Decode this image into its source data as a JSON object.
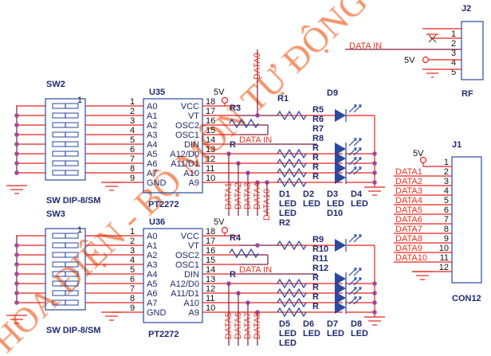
{
  "watermark": "HOA ĐIỆN - BỘ MÔN TỰ ĐỘNG HÓA",
  "colors": {
    "wire": "#e8221e",
    "net_wire": "#7a1f3d",
    "component": "#2a4aa0",
    "junction": "#a04aa0",
    "net_label": "#e8321e"
  },
  "blocks": [
    {
      "switch": {
        "ref": "SW2",
        "value": "SW DIP-8/SM",
        "pin1_mark": "1"
      },
      "ic": {
        "ref": "U35",
        "value": "PT2272",
        "left_pins": [
          [
            "1",
            "A0"
          ],
          [
            "2",
            "A1"
          ],
          [
            "3",
            "A2"
          ],
          [
            "4",
            "A3"
          ],
          [
            "5",
            "A4"
          ],
          [
            "6",
            "A5"
          ],
          [
            "7",
            "A6"
          ],
          [
            "8",
            "A7"
          ],
          [
            "9",
            "GND"
          ]
        ],
        "right_pins": [
          [
            "18",
            "VCC"
          ],
          [
            "17",
            "VT"
          ],
          [
            "16",
            "OSC2"
          ],
          [
            "15",
            "OSC1"
          ],
          [
            "14",
            "DIN"
          ],
          [
            "13",
            "A12/D0"
          ],
          [
            "12",
            "A11/D1"
          ],
          [
            "11",
            "A10"
          ],
          [
            "10",
            "A9"
          ]
        ]
      },
      "vcc_label": "5V",
      "osc_resistor": "R3",
      "led_resistor": "R1",
      "led": "D9",
      "data_in": "DATA IN",
      "stacked_refs": [
        "R5",
        "R6",
        "R7",
        "R8",
        "R",
        "R",
        "R",
        "R"
      ],
      "row_r_label": "R",
      "led_refs": [
        "D1",
        "D2",
        "D3",
        "D4"
      ],
      "led_values": [
        "LED",
        "LED",
        "LED",
        "LED",
        "LED"
      ],
      "next_led": "D10",
      "data_nets": [
        "DATA1",
        "DATA2",
        "DATA3",
        "DATA4",
        "DATA10"
      ],
      "top_net": "DATA9",
      "next_resistor": "R2"
    },
    {
      "switch": {
        "ref": "SW3",
        "value": "SW DIP-8/SM",
        "pin1_mark": "1"
      },
      "ic": {
        "ref": "U36",
        "value": "PT2272",
        "left_pins": [
          [
            "1",
            "A0"
          ],
          [
            "2",
            "A1"
          ],
          [
            "3",
            "A2"
          ],
          [
            "4",
            "A3"
          ],
          [
            "5",
            "A4"
          ],
          [
            "6",
            "A5"
          ],
          [
            "7",
            "A6"
          ],
          [
            "8",
            "A7"
          ],
          [
            "9",
            "GND"
          ]
        ],
        "right_pins": [
          [
            "18",
            "VCC"
          ],
          [
            "17",
            "VT"
          ],
          [
            "16",
            "OSC2"
          ],
          [
            "15",
            "OSC1"
          ],
          [
            "14",
            "DIN"
          ],
          [
            "13",
            "A12/D0"
          ],
          [
            "12",
            "A11/D1"
          ],
          [
            "11",
            "A10"
          ],
          [
            "10",
            "A9"
          ]
        ]
      },
      "vcc_label": "5V",
      "osc_resistor": "R4",
      "data_in": "DATA IN",
      "stacked_refs": [
        "R9",
        "R10",
        "R11",
        "R12",
        "R",
        "R",
        "R",
        "R"
      ],
      "row_r_label": "R",
      "led_refs": [
        "D5",
        "D6",
        "D7",
        "D8"
      ],
      "led_values": [
        "LED",
        "LED",
        "LED",
        "LED",
        "LED"
      ],
      "data_nets": [
        "DATA5",
        "DATA6",
        "DATA7",
        "DATA8"
      ]
    }
  ],
  "j2": {
    "ref": "J2",
    "value": "RF",
    "pins": [
      "1",
      "2",
      "3",
      "4",
      "5"
    ],
    "net": "DATA IN",
    "vcc": "5V"
  },
  "j1": {
    "ref": "J1",
    "value": "CON12",
    "vcc": "5V",
    "pins": [
      "1",
      "2",
      "3",
      "4",
      "5",
      "6",
      "7",
      "8",
      "9",
      "10",
      "11",
      "12"
    ],
    "nets": [
      "DATA1",
      "DATA2",
      "DATA3",
      "DATA4",
      "DATA5",
      "DATA6",
      "DATA7",
      "DATA8",
      "DATA9",
      "DATA10"
    ]
  }
}
